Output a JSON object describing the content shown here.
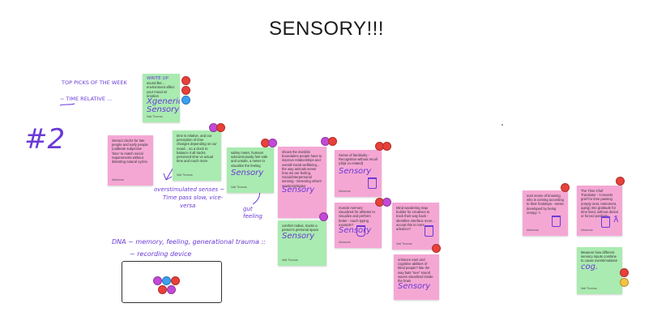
{
  "board": {
    "title": "SENSORY!!!"
  },
  "annotations": {
    "top_picks": "TOP PICKS OF THE WEEK",
    "time_relative": "~ TIME RELATIVE ...",
    "number": "#2",
    "write_up": "WRITE UP",
    "overstimulated": "overstimulated senses ~",
    "timepass": "Time pass slow, vice-",
    "versa": "versa",
    "gut_feeling": "gut feeling",
    "dna": "DNA ~ memory, feeling, generational trauma ::",
    "recording_device": "~ recording device"
  },
  "notes": [
    {
      "id": "n1",
      "text": "sound like ... environment affect your mood w/ emotion",
      "tag": "Xgeneric Sensory",
      "author": "Nati Thomas"
    },
    {
      "id": "n2",
      "text": "interact clocks for late people and early people (calibrate subjective 'time' to match social requirements without distorting natural cycles",
      "tag": "",
      "author": "Marianna"
    },
    {
      "id": "n3",
      "text": "time is relative, and our perception of time changes depending on our mood... so a clock to balance it all tracks perceived time vs actual time and much more",
      "tag": "",
      "author": "Nati Thomas"
    },
    {
      "id": "n4",
      "text": "safety meter, humans subconsciously feel safe and unsafe, a meter to visualize the feeling",
      "tag": "Sensory",
      "author": "Nati Thomas"
    },
    {
      "id": "n5",
      "text": "shows the invisible boundaries people have to improve relationships and overall social wellbeing... the way animals sense how we are feeling. Social/interpersonal sensing - Detecting others' emotions/states",
      "tag": "Sensory",
      "author": "Nati Thomas"
    },
    {
      "id": "n6",
      "text": "comfort radius, tracks a person's personal space",
      "tag": "Sensory",
      "author": "Nati Thomas"
    },
    {
      "id": "n7",
      "text": "Sense of familiarity - Recognition without recall (déjà vu related)",
      "tag": "Sensory",
      "author": "Marianna"
    },
    {
      "id": "n8",
      "text": "muscle memory visualized for athletes to visualize and perform better - touch typing example?",
      "tag": "Sensory",
      "author": "Marianna"
    },
    {
      "id": "n9",
      "text": "Mind wandering map builder for creatives to track their way back - identifies interface more... accept this is more advance?",
      "tag": "",
      "author": "Nati Thomas"
    },
    {
      "id": "n10",
      "text": "enhance ears and cognitive abilities of blind people? like the way bats \"see\" sound waves visualized inside the brain",
      "tag": "Sensory",
      "author": "Marianna"
    },
    {
      "id": "n11",
      "text": "ours sense of knowing who is coming according to their footsteps - sense developed by being creepy :>",
      "tag": "",
      "author": "Marianna"
    },
    {
      "id": "n12",
      "text": "The Time Chef Translator - Converts grief for time passing (empty nest, retirement, aging) into gratitude for time lived, without denial or forced positivity",
      "tag": "",
      "author": "Marianna"
    },
    {
      "id": "n13",
      "text": "Measure how different sensory inputs combine to cause overstimulation",
      "tag": "cog.",
      "author": "Nati Thomas"
    }
  ],
  "colors": {
    "pink_note": "#f5a7d4",
    "green_note": "#a9ebb0",
    "ink": "#6b3ad6"
  },
  "icons": [
    "trash-icon",
    "cup-icon",
    "person-icon"
  ]
}
